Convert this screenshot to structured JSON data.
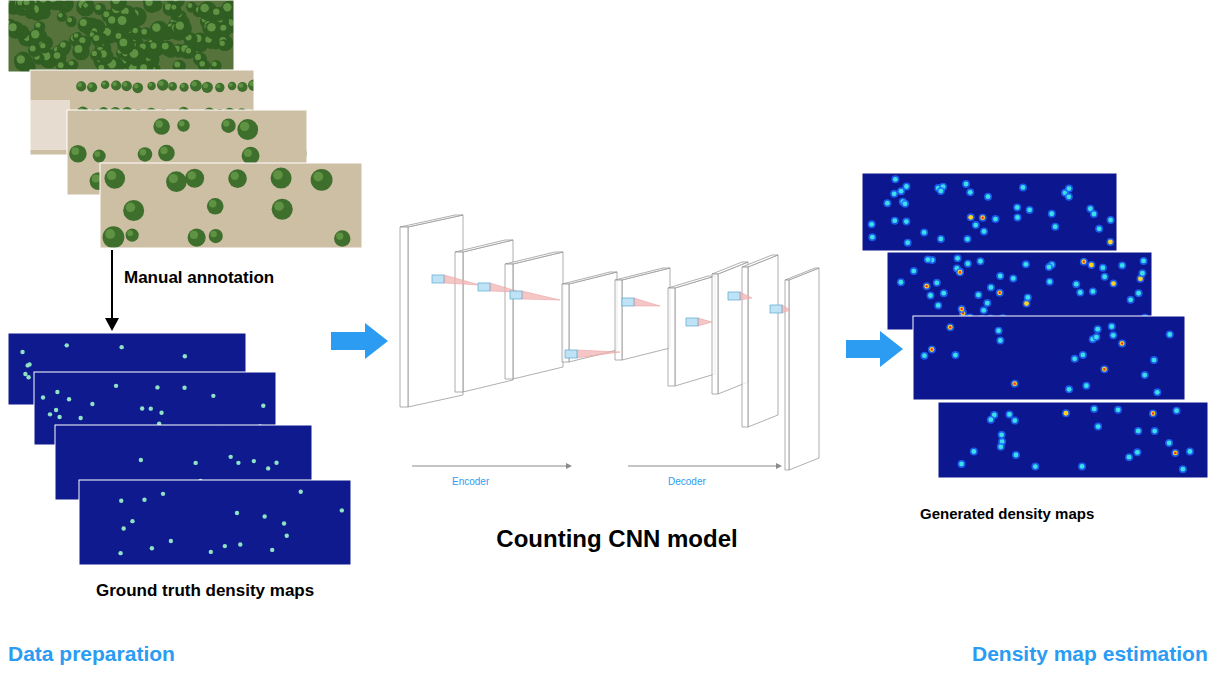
{
  "diagram": {
    "nodes": [
      {
        "text": [
          "Ground truth density maps"
        ]
      },
      {
        "text": [
          "Counting CNN model"
        ]
      },
      {
        "text": [
          "Generated density maps"
        ]
      }
    ],
    "edges": [
      {
        "from": 0,
        "to": 1,
        "arrow": "to"
      },
      {
        "from": 1,
        "to": 2,
        "arrow": "to"
      }
    ],
    "labels": [
      "Manual annotation",
      "Encoder",
      "Decoder",
      "Data preparation",
      "Density map estimation"
    ]
  }
}
